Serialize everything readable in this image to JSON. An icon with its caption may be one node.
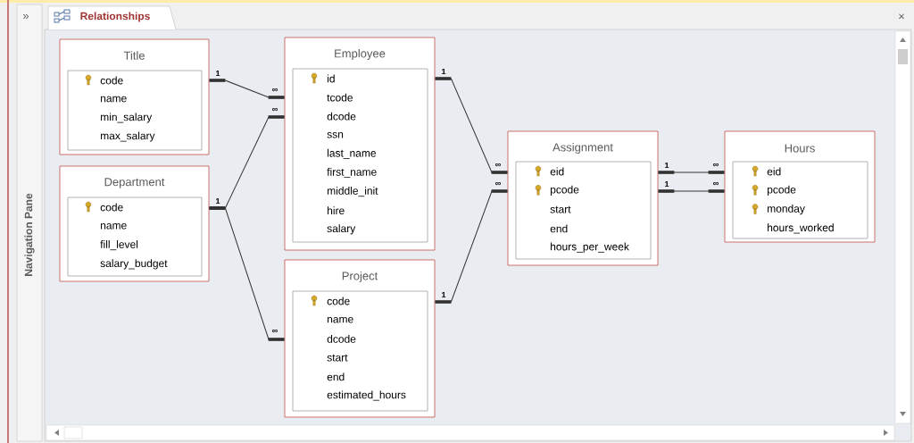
{
  "diagram": {
    "nodes": [
      {
        "text": [
          "Title",
          "code",
          "name",
          "min_salary",
          "max_salary"
        ]
      },
      {
        "text": [
          "Department",
          "code",
          "name",
          "fill_level",
          "salary_budget"
        ]
      },
      {
        "text": [
          "Employee",
          "id",
          "tcode",
          "dcode",
          "ssn",
          "last_name",
          "first_name",
          "middle_init",
          "hire",
          "salary"
        ]
      },
      {
        "text": [
          "Project",
          "code",
          "name",
          "dcode",
          "start",
          "end",
          "estimated_hours"
        ]
      },
      {
        "text": [
          "Assignment",
          "eid",
          "pcode",
          "start",
          "end",
          "hours_per_week"
        ]
      },
      {
        "text": [
          "Hours",
          "eid",
          "pcode",
          "monday",
          "hours_worked"
        ]
      }
    ],
    "edges": [
      {
        "from": 0,
        "to": 2,
        "arrow": "other"
      },
      {
        "from": 1,
        "to": 2,
        "arrow": "other"
      },
      {
        "from": 1,
        "to": 3,
        "arrow": "other"
      },
      {
        "from": 2,
        "to": 4,
        "arrow": "other"
      },
      {
        "from": 3,
        "to": 4,
        "arrow": "other"
      },
      {
        "from": 4,
        "to": 5,
        "arrow": "other"
      },
      {
        "from": 4,
        "to": 5,
        "arrow": "other"
      }
    ],
    "labels": [
      "»",
      "Relationships",
      "×",
      "Navigation Pane",
      "1",
      "∞",
      "∞",
      "1",
      "1",
      "∞",
      "∞",
      "1",
      "1",
      "1",
      "∞",
      "∞",
      "∞"
    ]
  }
}
